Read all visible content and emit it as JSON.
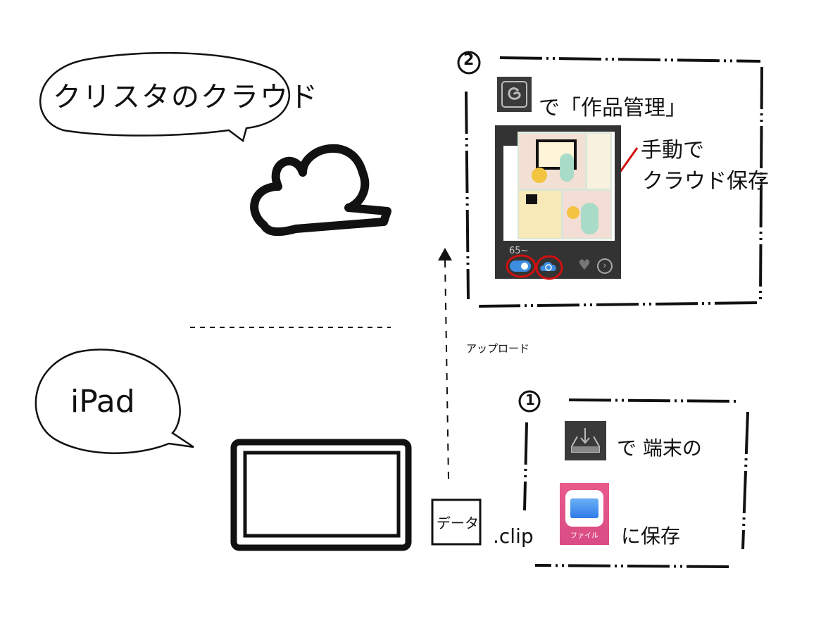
{
  "cloud_section": {
    "bubble_text": "クリスタのクラウド"
  },
  "ipad_section": {
    "bubble_text": "iPad",
    "data_box_label": "データ",
    "file_extension": ".clip"
  },
  "upload_label": "アップロード",
  "step2": {
    "number": "②",
    "instruction": "で「作品管理」",
    "annotation_line1": "手動で",
    "annotation_line2": "クラウド保存",
    "app_card": {
      "title_text": "65~",
      "toggle_state": "on",
      "accent_color": "#3d8de0",
      "highlight_color": "#d01010",
      "icons": [
        "clip-studio-icon",
        "toggle-switch",
        "cloud-sync-icon",
        "heart-icon",
        "chevron-right-icon"
      ]
    }
  },
  "step1": {
    "number": "①",
    "instruction_line1": "で 端末の",
    "files_app_label": "ファイル",
    "instruction_line2": "に保存",
    "icons": [
      "download-tray-icon",
      "files-app-icon"
    ]
  }
}
